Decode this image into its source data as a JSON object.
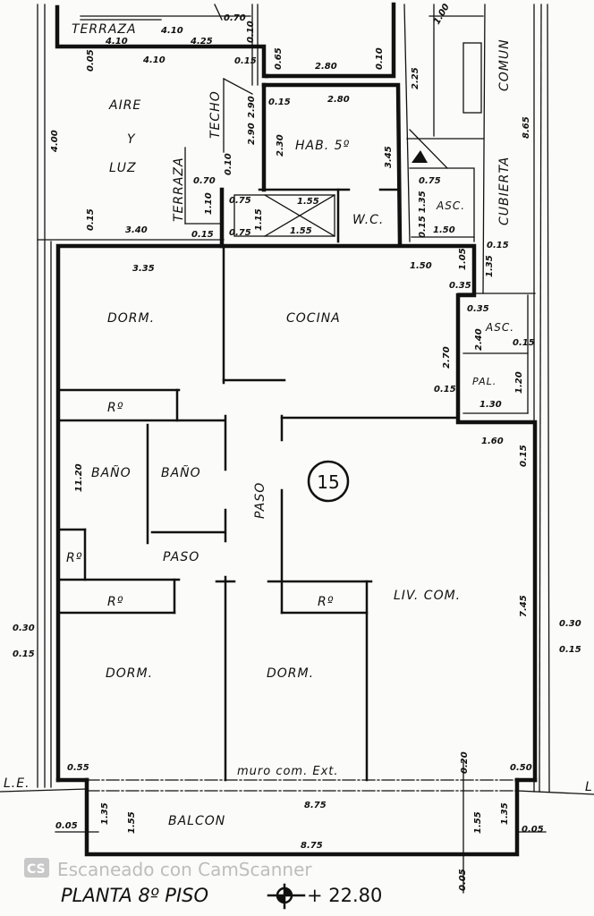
{
  "title": "PLANTA 8º PISO",
  "level": "+ 22.80",
  "watermark": {
    "badge": "CS",
    "text": "Escaneado con CamScanner"
  },
  "unit_number": "15",
  "rooms": {
    "terraza_top": "TERRAZA",
    "aire": "AIRE",
    "y": "Y",
    "luz": "LUZ",
    "techo": "TECHO",
    "terraza_side": "TERRAZA",
    "hab": "HAB. 5º",
    "wc": "W.C.",
    "asc_top": "ASC.",
    "cubierta": "CUBIERTA",
    "comun": "COMUN",
    "dorm_1": "DORM.",
    "cocina": "COCINA",
    "asc": "ASC.",
    "pal": "PAL.",
    "ropero_1": "Rº",
    "bano_1": "BAÑO",
    "bano_2": "BAÑO",
    "paso_v": "PASO",
    "paso_h": "PASO",
    "ropero_2": "Rº",
    "ropero_3": "Rº",
    "ropero_4": "Rº",
    "liv_com": "LIV. COM.",
    "dorm_2": "DORM.",
    "dorm_3": "DORM.",
    "muro": "muro  com. Ext.",
    "balcon": "BALCON",
    "le_left": "L.E.",
    "le_right": "L"
  },
  "dims": {
    "d070a": "0.70",
    "d410a": "4.10",
    "d410b": "4.10",
    "d425": "4.25",
    "d010a": "0.10",
    "d410c": "4.10",
    "d015a": "0.15",
    "d005a": "0.05",
    "d400": "4.00",
    "d290": "2.90",
    "d290b": "2.90",
    "d015b": "0.15",
    "d230": "2.30",
    "d280a": "2.80",
    "d280b": "2.80",
    "d065": "0.65",
    "d010b": "0.10",
    "d345": "3.45",
    "d225": "2.25",
    "d100": "1.00",
    "d865": "8.65",
    "d075a": "0.75",
    "d135a": "1.35",
    "d150a": "1.50",
    "d015c": "0.15",
    "d155a": "1.55",
    "d155b": "1.55",
    "d070b": "0.70",
    "d010c": "0.10",
    "d075b": "0.75",
    "d075c": "0.75",
    "d110": "1.10",
    "d115": "1.15",
    "d015d": "0.15",
    "d340": "3.40",
    "d015e": "0.15",
    "d150b": "1.50",
    "d105": "1.05",
    "d135b": "1.35",
    "d015f": "0.15",
    "d035a": "0.35",
    "d035b": "0.35",
    "d335": "3.35",
    "d240": "2.40",
    "d015g": "0.15",
    "d270": "2.70",
    "d015h": "0.15",
    "d120": "1.20",
    "d130": "1.30",
    "d160": "1.60",
    "d015i": "0.15",
    "d1120": "11.20",
    "d745": "7.45",
    "d030a": "0.30",
    "d015j": "0.15",
    "d030b": "0.30",
    "d015k": "0.15",
    "d055": "0.55",
    "d050": "0.50",
    "d020": "0.20",
    "d875a": "8.75",
    "d875b": "8.75",
    "d135c": "1.35",
    "d155c": "1.55",
    "d005b": "0.05",
    "d155d": "1.55",
    "d135d": "1.35",
    "d005c": "0.05",
    "d005d": "0.05"
  }
}
